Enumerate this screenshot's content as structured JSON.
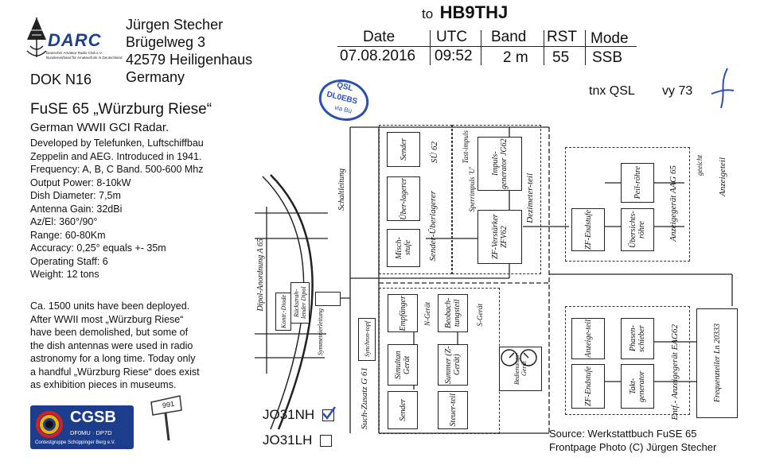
{
  "recipient": {
    "to_label": "to",
    "callsign": "HB9THJ"
  },
  "sender": {
    "name": "Jürgen Stecher",
    "street": "Brügelweg 3",
    "city": "42579 Heiligenhaus",
    "dok": "DOK N16",
    "country": "Germany"
  },
  "darc_logo": {
    "text": "DARC",
    "sub1": "Deutscher Amateur Radio Club e.V.",
    "sub2": "Bundesverband für Amateurfunk in Deutschland"
  },
  "qso": {
    "headers": [
      "Date",
      "UTC",
      "Band",
      "RST",
      "Mode"
    ],
    "values": [
      "07.08.2016",
      "09:52",
      "2 m",
      "55",
      "SSB"
    ]
  },
  "tnx": {
    "qsl": "tnx QSL",
    "vy73": "vy 73"
  },
  "stamp": {
    "line1": "QSL",
    "line2": "DL0EBS",
    "line3": "via Bü"
  },
  "info": {
    "title": "FuSE 65 „Würzburg Riese“",
    "subtitle": "German WWII GCI Radar.",
    "lines": [
      "Developed by Telefunken, Luftschiffbau",
      "Zeppelin and AEG. Introduced in 1941.",
      "Frequency: A, B, C Band. 500-600 Mhz",
      "Output Power: 8-10kW",
      "Dish Diameter: 7,5m",
      "Antenna Gain: 32dBi",
      "Az/El: 360°/90°",
      "Range: 60-80Km",
      "Accuracy: 0,25° equals +- 35m",
      "Operating Staff: 6",
      "Weight: 12 tons"
    ],
    "story": [
      "Ca. 1500 units have been deployed.",
      "After WWII most „Würzburg Riese“",
      "have been demolished, but some of",
      "the dish antennas were used in radio",
      "astronomy for a long time. Today only",
      "a handful „Würzburg Riese“ does exist",
      "as exhibition pieces in museums."
    ]
  },
  "cgsb": {
    "name": "CGSB",
    "calls": "DF0MU · DP7D",
    "group": "Contestgruppe Schüppinger Berg e.V.",
    "badge": "991"
  },
  "locators": [
    {
      "label": "JO31NH",
      "checked": true
    },
    {
      "label": "JO31LH",
      "checked": false
    }
  ],
  "source": {
    "line1": "Source: Werkstattbuch FuSE 65",
    "line2": "Frontpage Photo (C) Jürgen Stecher"
  },
  "diagram": {
    "blocks": {
      "sender_top": "Sender",
      "ueberlagerer": "Über-lagerer",
      "mischstufe": "Misch-stufe",
      "impuls": "Impuls-generator JG62",
      "zf_verst": "ZF-Verstärker ZFV62",
      "zf_end_top": "ZF-Endstufe",
      "peil": "Peil-röhre",
      "uebersicht": "Übersichts-röhre",
      "empfaenger": "Empfänger",
      "beobachtung": "Beobach-tungsteil",
      "simultan": "Simultan Gerät",
      "summer": "Summer (Z-Gerät)",
      "sender_bottom": "Sender",
      "steuerteil": "Steuer-teil",
      "anzeige": "Anzeige-teil",
      "phasen": "Phasen-schieber",
      "zf_end_bottom": "ZF-Endstufe",
      "takt": "Takt-generator",
      "freq": "Frequenzteiler Ln 20333",
      "kontrolldiode": "Kontr.-Diode",
      "rueck": "Rückstrah-lender Dipol",
      "symm": "Symmetrierleitung",
      "synchron": "Synchron-topf",
      "bedienung": "Bedienungs-Gerät"
    },
    "labels": {
      "sender_ueberlagerer": "Sender-Überlagerer",
      "su62": "SÜ 62",
      "dezimeterteil": "Dezimeter-teil",
      "anzeigegeraet_top": "Anzeigegerät AAG 65",
      "anzeigeteil": "Anzeigeteil",
      "such_zusatz": "Such-Zusatz G 61",
      "entf": "Entf.- Anzeigegerät EAG62",
      "dipol": "Dipol-Anordnung A 65",
      "schaltleitung": "Schaltleitung",
      "geeicht": "geeicht",
      "sperrimpuls": "Sperrimpuls 'U'",
      "tastimpuls": "Tast-impuls",
      "ng_geraet": "N-Gerät",
      "sgeraet": "S-Gerät"
    }
  }
}
